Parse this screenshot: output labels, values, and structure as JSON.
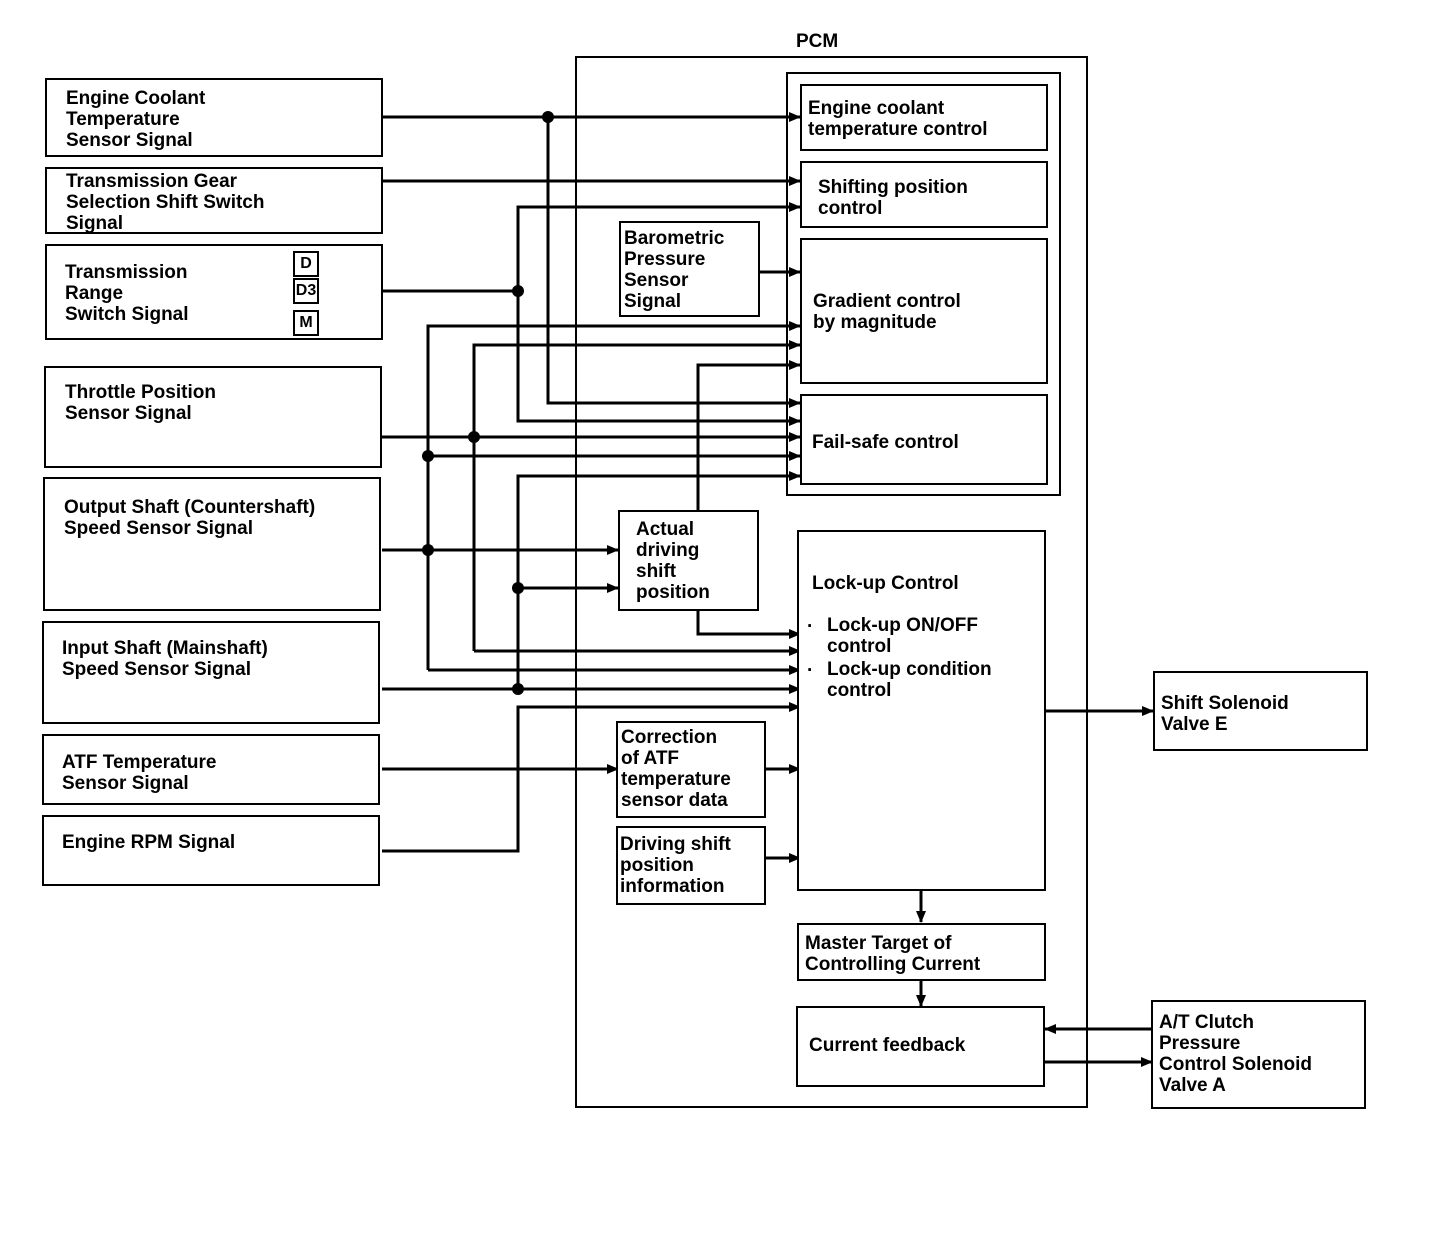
{
  "pcm_title": "PCM",
  "inputs": {
    "ect": "Engine Coolant\nTemperature\nSensor Signal",
    "gear_select": "Transmission Gear\nSelection Shift Switch\nSignal",
    "range": "Transmission\nRange\nSwitch Signal",
    "range_positions": [
      "D",
      "D3",
      "M"
    ],
    "tps": "Throttle Position\nSensor Signal",
    "output_shaft": "Output Shaft (Countershaft)\nSpeed Sensor Signal",
    "input_shaft": "Input Shaft (Mainshaft)\nSpeed Sensor Signal",
    "atf_temp": "ATF Temperature\nSensor Signal",
    "engine_rpm": "Engine RPM Signal"
  },
  "pcm": {
    "ect_control": "Engine coolant\ntemperature control",
    "shift_position_control": "Shifting position\ncontrol",
    "baro": "Barometric\nPressure\nSensor\nSignal",
    "gradient": "Gradient control\nby magnitude",
    "fail_safe": "Fail-safe control",
    "actual_shift": "Actual\ndriving\nshift\nposition",
    "lockup_title": "Lock-up Control",
    "lockup_items": [
      "Lock-up ON/OFF\ncontrol",
      "Lock-up condition\ncontrol"
    ],
    "atf_correction": "Correction\nof ATF\ntemperature\nsensor data",
    "driving_shift_info": "Driving shift\nposition\ninformation",
    "master_target": "Master Target of\nControlling Current",
    "current_feedback": "Current feedback"
  },
  "outputs": {
    "shift_solenoid_e": "Shift Solenoid\nValve E",
    "clutch_solenoid_a": "A/T Clutch\nPressure\nControl Solenoid\nValve A"
  }
}
